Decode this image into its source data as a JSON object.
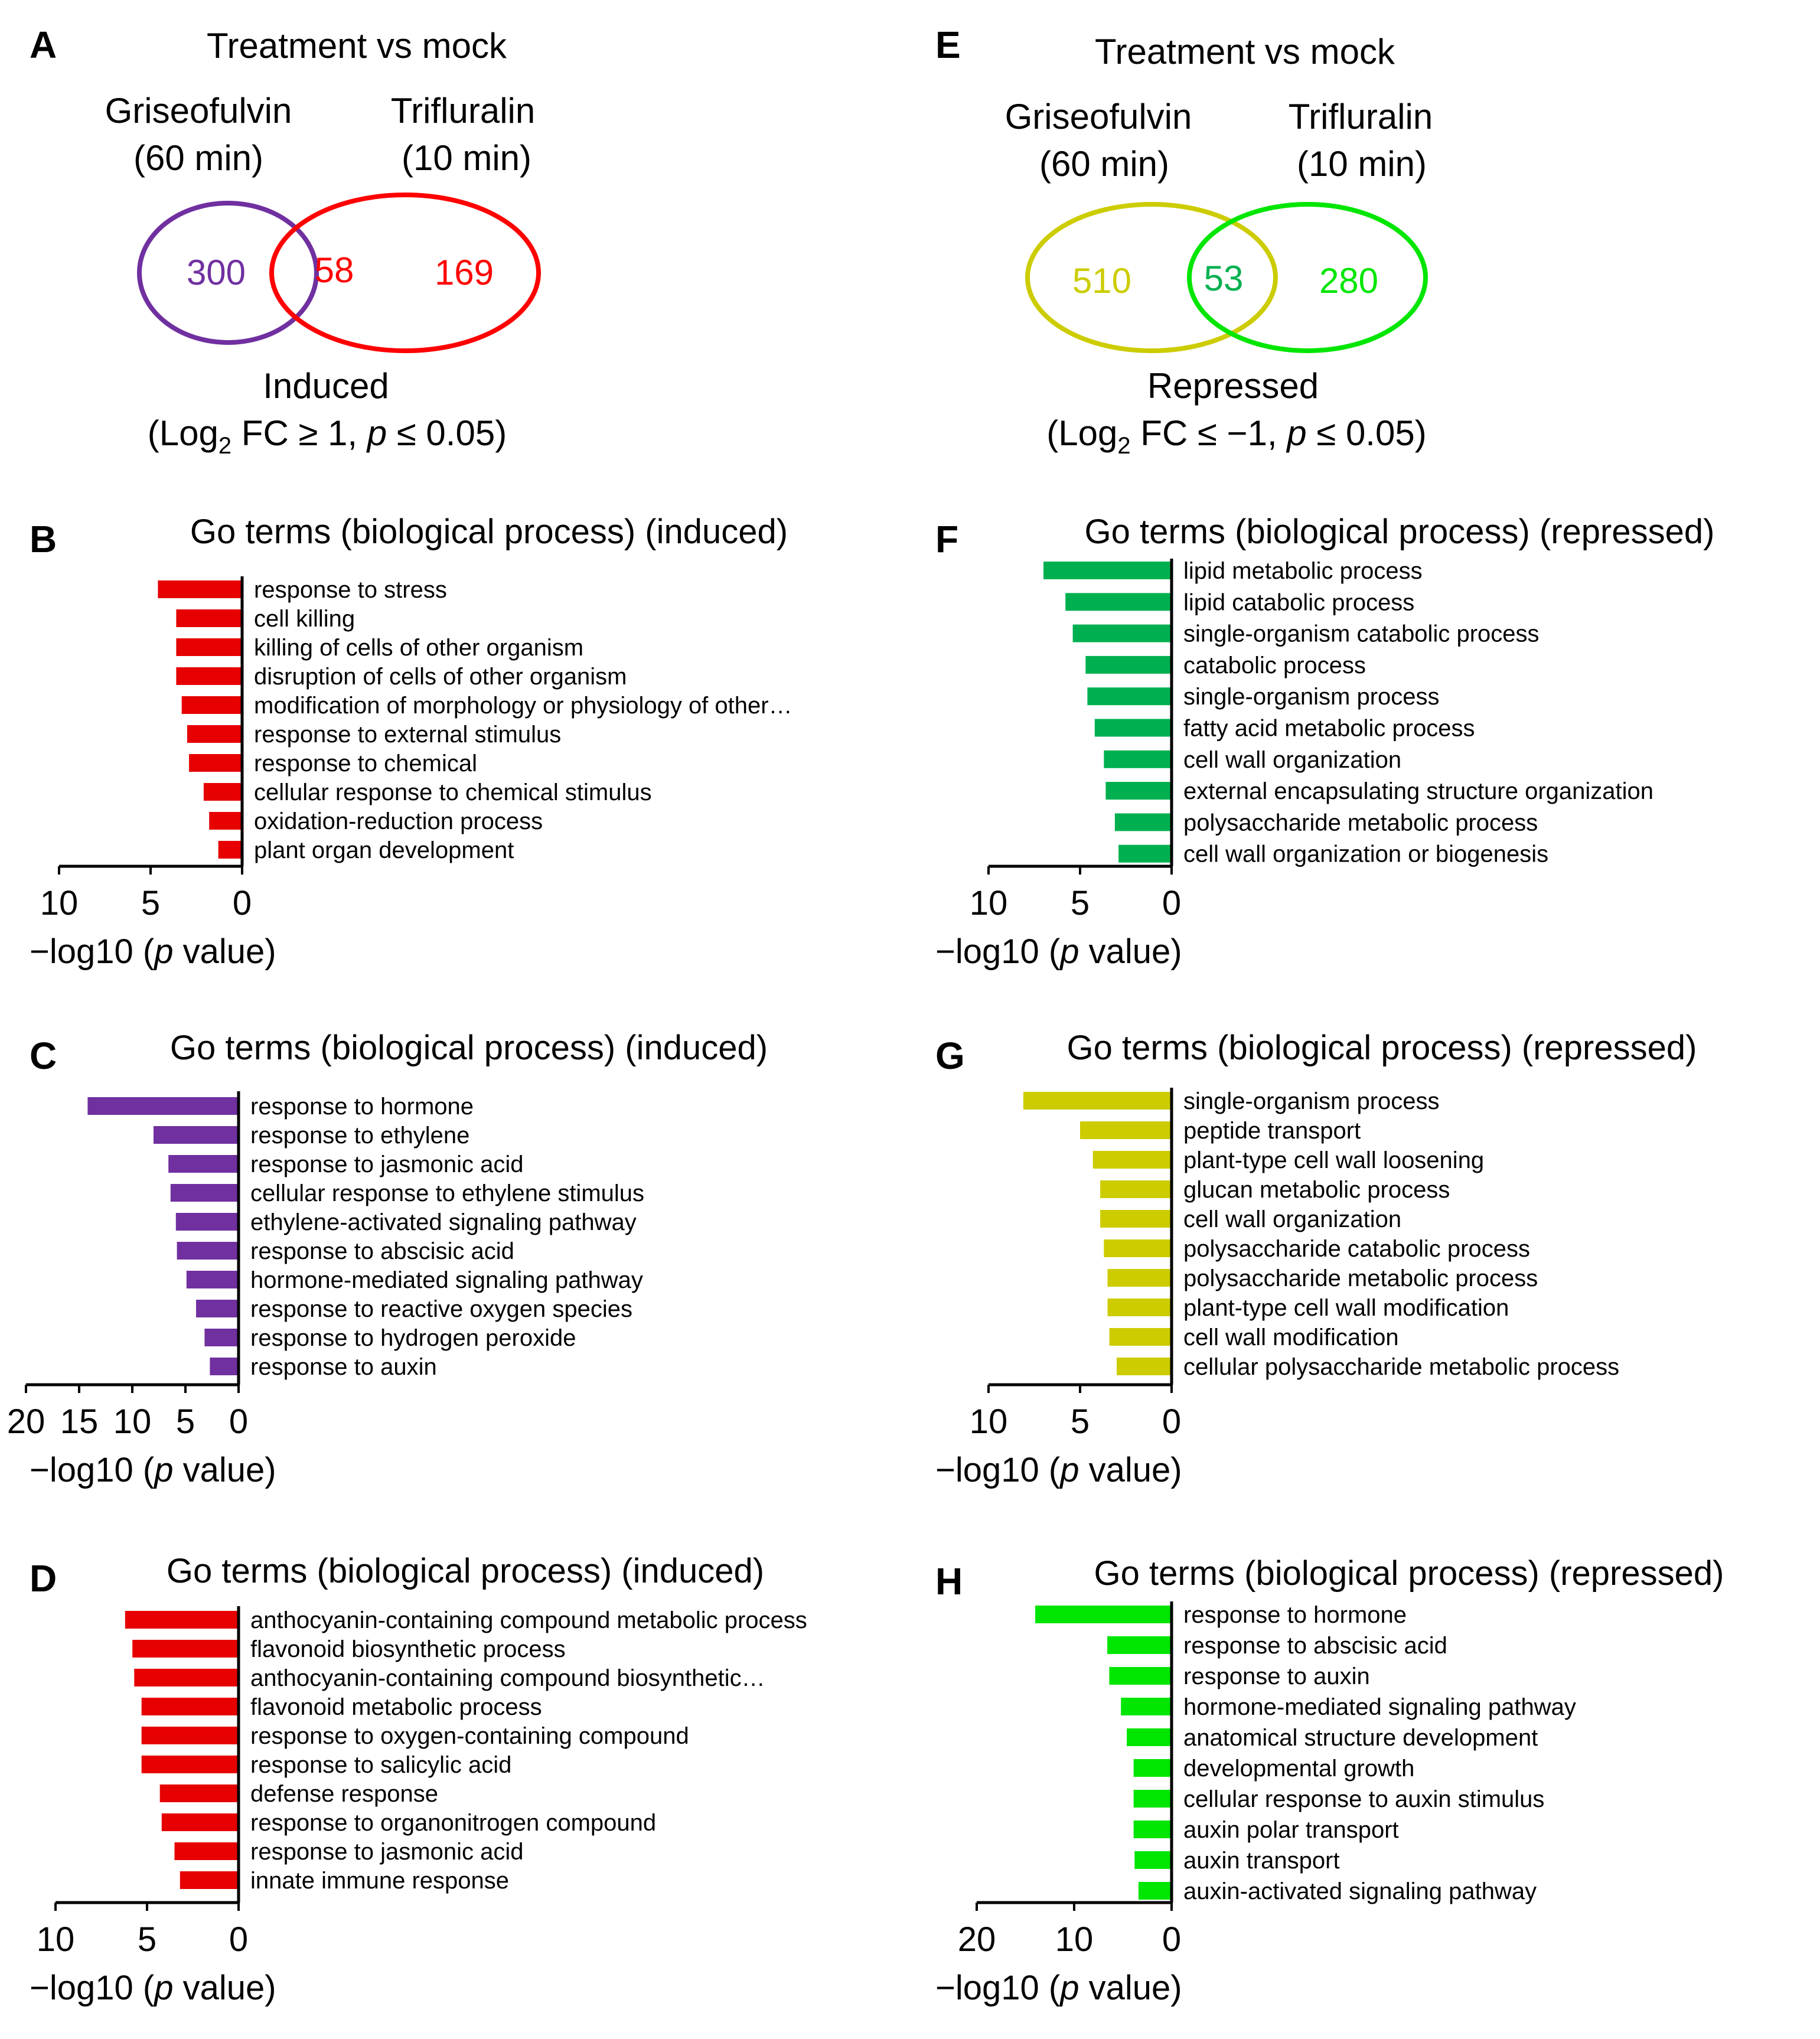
{
  "panel_a": {
    "letter": "A",
    "title": "Treatment vs mock",
    "left_label_1": "Griseofulvin",
    "left_label_2": "(60 min)",
    "right_label_1": "Trifluralin",
    "right_label_2": "(10 min)",
    "left_only": "300",
    "overlap": "58",
    "right_only": "169",
    "caption_1": "Induced",
    "caption_2_pre": "(Log",
    "caption_2_sub": "2",
    "caption_2_mid": " FC ≥ 1, ",
    "caption_2_p": "p",
    "caption_2_post": " ≤ 0.05)",
    "left_color": "#7030A0",
    "right_color": "#FF0000",
    "overlap_color": "#FF0000"
  },
  "panel_e": {
    "letter": "E",
    "title": "Treatment vs mock",
    "left_label_1": "Griseofulvin",
    "left_label_2": "(60 min)",
    "right_label_1": "Trifluralin",
    "right_label_2": "(10 min)",
    "left_only": "510",
    "overlap": "53",
    "right_only": "280",
    "caption_1": "Repressed",
    "caption_2_pre": "(Log",
    "caption_2_sub": "2",
    "caption_2_mid": " FC ≤ −1, ",
    "caption_2_p": "p",
    "caption_2_post": " ≤ 0.05)",
    "left_color": "#CCCC00",
    "right_color": "#00E600",
    "overlap_color": "#00B050"
  },
  "axis_label": {
    "pre": "−log10 (",
    "p": "p",
    "post": " value)"
  },
  "chart_data": [
    {
      "panel": "B",
      "type": "bar",
      "orientation": "horizontal-reversed",
      "title": "Go terms (biological process) (induced)",
      "color": "#E60000",
      "xlim": [
        0,
        10
      ],
      "ticks": [
        10,
        5,
        0
      ],
      "categories": [
        "response to stress",
        "cell killing",
        "killing of cells of other organism",
        "disruption of cells of other organism",
        "modification of morphology or physiology of other…",
        "response to external stimulus",
        "response to chemical",
        "cellular response to chemical stimulus",
        "oxidation-reduction process",
        "plant organ development"
      ],
      "values": [
        4.6,
        3.6,
        3.6,
        3.6,
        3.3,
        3.0,
        2.9,
        2.1,
        1.8,
        1.3
      ]
    },
    {
      "panel": "C",
      "type": "bar",
      "orientation": "horizontal-reversed",
      "title": "Go terms (biological process) (induced)",
      "color": "#7030A0",
      "xlim": [
        0,
        20
      ],
      "ticks": [
        20,
        15,
        10,
        5,
        0
      ],
      "categories": [
        "response to hormone",
        "response to ethylene",
        "response to jasmonic acid",
        "cellular response to ethylene stimulus",
        "ethylene-activated signaling pathway",
        "response to abscisic acid",
        "hormone-mediated signaling pathway",
        "response to reactive oxygen species",
        "response to hydrogen peroxide",
        "response to auxin"
      ],
      "values": [
        14.2,
        8.0,
        6.6,
        6.4,
        5.9,
        5.8,
        4.9,
        4.0,
        3.2,
        2.7
      ]
    },
    {
      "panel": "D",
      "type": "bar",
      "orientation": "horizontal-reversed",
      "title": "Go terms (biological process) (induced)",
      "color": "#E60000",
      "xlim": [
        0,
        10
      ],
      "ticks": [
        10,
        5,
        0
      ],
      "categories": [
        "anthocyanin-containing compound metabolic process",
        "flavonoid biosynthetic process",
        "anthocyanin-containing compound biosynthetic…",
        "flavonoid metabolic process",
        "response to oxygen-containing compound",
        "response to salicylic acid",
        "defense response",
        "response to organonitrogen compound",
        "response to jasmonic acid",
        "innate immune response"
      ],
      "values": [
        6.2,
        5.8,
        5.7,
        5.3,
        5.3,
        5.3,
        4.3,
        4.2,
        3.5,
        3.2
      ]
    },
    {
      "panel": "F",
      "type": "bar",
      "orientation": "horizontal-reversed",
      "title": "Go terms (biological process) (repressed)",
      "color": "#00B050",
      "xlim": [
        0,
        10
      ],
      "ticks": [
        10,
        5,
        0
      ],
      "categories": [
        "lipid metabolic process",
        "lipid catabolic process",
        "single-organism catabolic process",
        "catabolic process",
        "single-organism process",
        "fatty acid metabolic process",
        "cell wall organization",
        "external encapsulating structure organization",
        "polysaccharide metabolic process",
        "cell wall organization or biogenesis"
      ],
      "values": [
        7.0,
        5.8,
        5.4,
        4.7,
        4.6,
        4.2,
        3.7,
        3.6,
        3.1,
        2.9
      ]
    },
    {
      "panel": "G",
      "type": "bar",
      "orientation": "horizontal-reversed",
      "title": "Go terms (biological process) (repressed)",
      "color": "#CCCC00",
      "xlim": [
        0,
        10
      ],
      "ticks": [
        10,
        5,
        0
      ],
      "categories": [
        "single-organism process",
        "peptide transport",
        "plant-type cell wall loosening",
        "glucan metabolic process",
        "cell wall organization",
        "polysaccharide catabolic process",
        "polysaccharide metabolic process",
        "plant-type cell wall modification",
        "cell wall modification",
        "cellular polysaccharide metabolic process"
      ],
      "values": [
        8.1,
        5.0,
        4.3,
        3.9,
        3.9,
        3.7,
        3.5,
        3.5,
        3.4,
        3.0
      ]
    },
    {
      "panel": "H",
      "type": "bar",
      "orientation": "horizontal-reversed",
      "title": "Go terms (biological process) (repressed)",
      "color": "#00E600",
      "xlim": [
        0,
        20
      ],
      "ticks": [
        20,
        10,
        0
      ],
      "categories": [
        "response to hormone",
        "response to abscisic acid",
        "response to auxin",
        "hormone-mediated signaling pathway",
        "anatomical structure development",
        "developmental growth",
        "cellular response to auxin stimulus",
        "auxin polar transport",
        "auxin transport",
        "auxin-activated signaling pathway"
      ],
      "values": [
        14.0,
        6.6,
        6.4,
        5.2,
        4.6,
        3.9,
        3.9,
        3.9,
        3.8,
        3.4
      ]
    }
  ]
}
